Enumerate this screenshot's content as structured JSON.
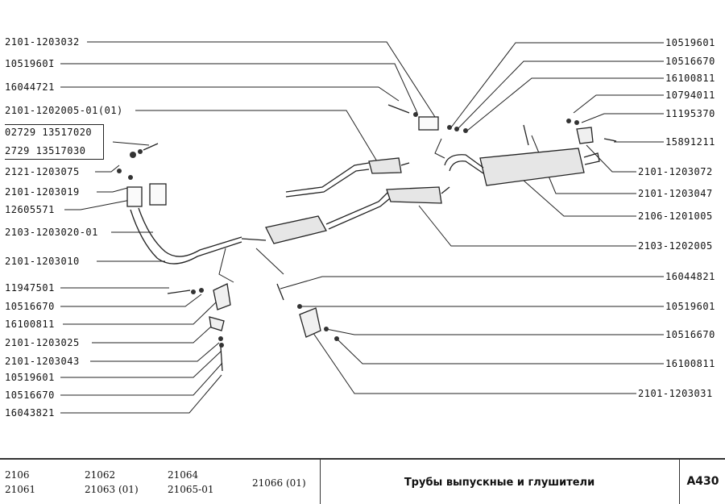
{
  "left_labels": [
    "2101-1203032",
    "1051960I",
    "16044721",
    "2101-1202005-01(01)",
    "02729 13517020",
    "2729   13517030",
    "2121-1203075",
    "2101-1203019",
    "12605571",
    "2103-1203020-01",
    "2101-1203010",
    "11947501",
    "10516670",
    "16100811",
    "2101-1203025",
    "2101-1203043",
    "10519601",
    "10516670",
    "16043821"
  ],
  "right_labels": [
    "10519601",
    "10516670",
    "16100811",
    "10794011",
    "11195370",
    "15891211",
    "2101-1203072",
    "2101-1203047",
    "2106-1201005",
    "2103-1202005",
    "16044821",
    "10519601",
    "10516670",
    "16100811",
    "2101-1203031"
  ],
  "footer": {
    "col1": [
      "2106",
      "21061"
    ],
    "col2": [
      "21062",
      "21063 (01)"
    ],
    "col3": [
      "21064",
      "21065-01"
    ],
    "col4": "21066 (01)",
    "title": "Трубы выпускные и глушители",
    "code": "A430"
  }
}
